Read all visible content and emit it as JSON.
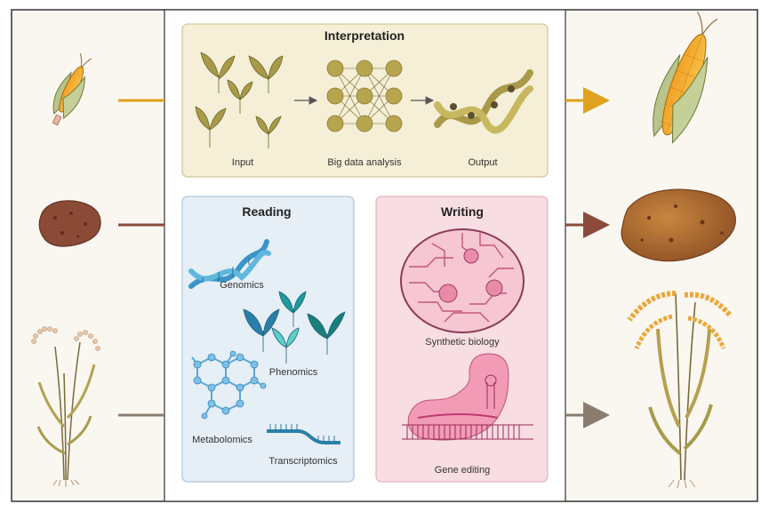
{
  "panels": {
    "interpretation": {
      "title": "Interpretation",
      "labels": {
        "input": "Input",
        "analysis": "Big data analysis",
        "output": "Output"
      }
    },
    "reading": {
      "title": "Reading",
      "labels": {
        "genomics": "Genomics",
        "phenomics": "Phenomics",
        "metabolomics": "Metabolomics",
        "transcriptomics": "Transcriptomics"
      }
    },
    "writing": {
      "title": "Writing",
      "labels": {
        "synthetic": "Synthetic biology",
        "gene_editing": "Gene editing"
      }
    }
  },
  "colors": {
    "corn_arrow": "#e0a21e",
    "potato_arrow": "#8b4a3a",
    "rice_arrow": "#8a7d70",
    "interpretation_bg": "#f4efd6",
    "reading_bg": "#e6eff6",
    "writing_bg": "#f8dde3",
    "side_bg": "#faf7f1"
  },
  "icons": {
    "left": [
      "small-corn-icon",
      "small-potato-icon",
      "small-rice-plant-icon"
    ],
    "right": [
      "large-corn-icon",
      "large-potato-icon",
      "large-rice-plant-icon"
    ]
  }
}
